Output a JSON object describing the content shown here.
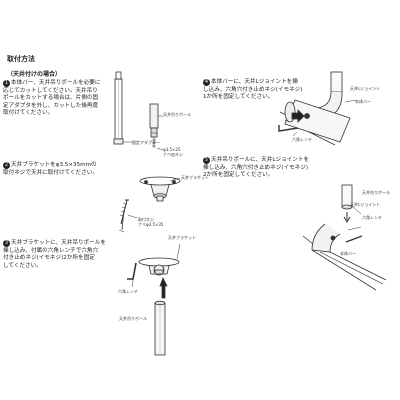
{
  "header": {
    "title": "取付方法",
    "subtitle": "（天井付けの場合）"
  },
  "steps": [
    {
      "number": "1",
      "lines": [
        "本体バー、天井吊りポールを必要に",
        "応じてカットしてください。天井吊り",
        "ポールをカットする場合は、片側の固",
        "定アダプタを外し、カットした後再度",
        "取付けてください。"
      ]
    },
    {
      "number": "2",
      "lines": [
        "天井ブラケットをφ3.5×35mmの",
        "取付ネジで天井に取付けてください。"
      ]
    },
    {
      "number": "3",
      "lines": [
        "天井ブラケットに、天井吊りポールを",
        "挿し込み、付属の六角レンチで六角穴",
        "付き止めネジ(イモネジ)2か所を固定",
        "してください。"
      ]
    },
    {
      "number": "4",
      "lines": [
        "本体バーに、天井Lジョイントを挿",
        "し込み、六角穴付き止めネジ(イモネジ)",
        "1か所を固定してください。"
      ]
    },
    {
      "number": "5",
      "lines": [
        "天井吊りポールに、天井Lジョイントを",
        "挿し込み、六角穴付き止めネジ(イモネジ)",
        "2か所を固定してください。"
      ]
    }
  ],
  "labels": {
    "ceiling_pole": "天井吊りポール",
    "fixed_adapter": "固定アダプター",
    "screw_phi": "φ3.5×25",
    "screw_name": "ナベ皿ネジ",
    "ceiling_bracket": "天井ブラケット",
    "mount_screw": "取付ネジ",
    "mount_screw_spec": "ナベφ3.5×35",
    "hex_wrench": "六角レンチ",
    "ceiling_l_joint": "天井Lジョイント",
    "main_bar": "本体バー"
  }
}
